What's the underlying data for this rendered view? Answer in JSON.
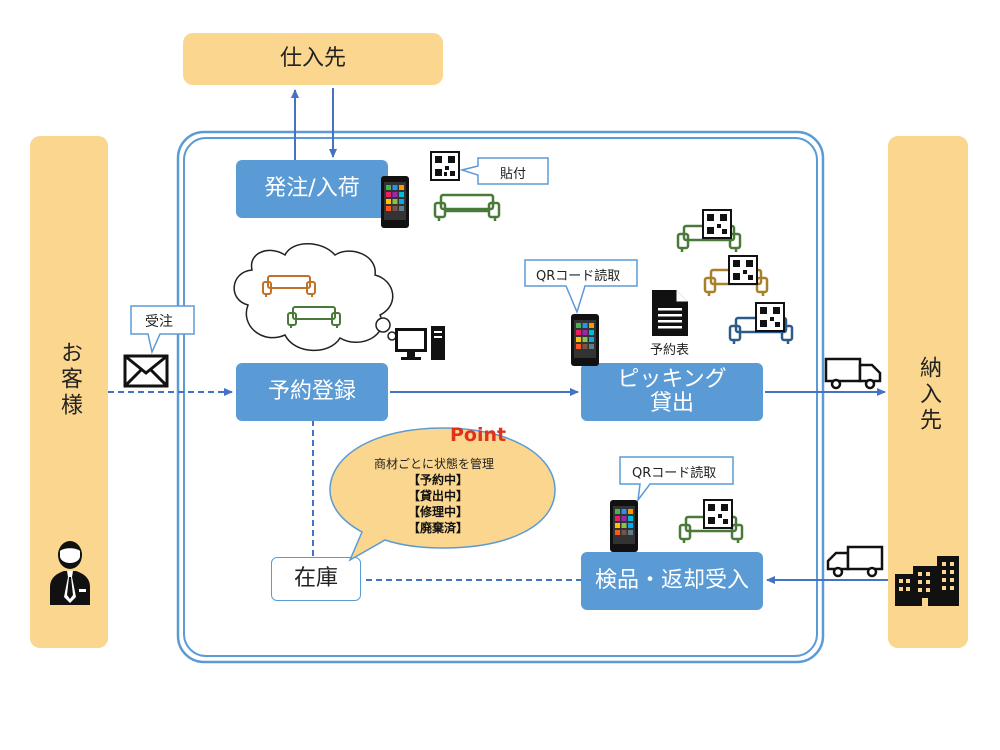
{
  "nodes": {
    "supplier": "仕入先",
    "customer": "お客様",
    "delivery": "納入先",
    "order_receive": "発注/入荷",
    "reservation": "予約登録",
    "picking_line1": "ピッキング",
    "picking_line2": "貸出",
    "inspection": "検品・返却受入",
    "stock": "在庫"
  },
  "labels": {
    "paste": "貼付",
    "order_received": "受注",
    "qr_read_1": "QRコード読取",
    "qr_read_2": "QRコード読取",
    "reservation_sheet": "予約表"
  },
  "point": {
    "title": "Point",
    "desc": "商材ごとに状態を管理",
    "states": [
      "【予約中】",
      "【貸出中】",
      "【修理中】",
      "【廃棄済】"
    ]
  },
  "colors": {
    "side_fill": "#fbd68e",
    "box_fill": "#5b9bd5",
    "arrow": "#4472c4",
    "frame": "#5b9bd5",
    "point_title": "#e0301e",
    "point_bubble": "#fbd68e",
    "sofa_green": "#4a7a3a",
    "sofa_orange": "#c0722a",
    "sofa_gold": "#a8802a",
    "sofa_navy": "#2e5a8a"
  },
  "icons": [
    "envelope-icon",
    "person-icon",
    "smartphone-icon",
    "qr-code-icon",
    "sofa-icon",
    "desktop-pc-icon",
    "document-icon",
    "truck-icon",
    "buildings-icon",
    "cloud-thought-icon"
  ]
}
